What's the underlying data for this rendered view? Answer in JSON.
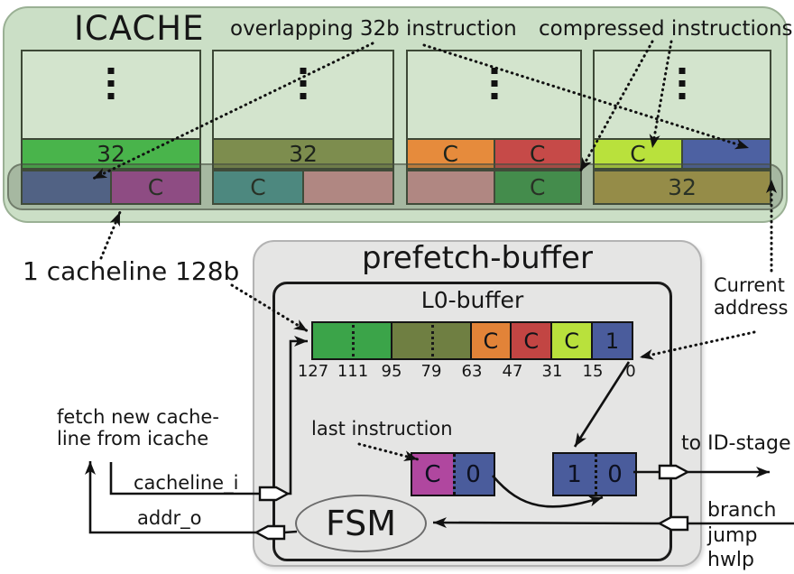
{
  "icache": {
    "title": "ICACHE",
    "annotation_overlapping": "overlapping 32b instruction",
    "annotation_compressed": "compressed instructions",
    "cacheline_note": "1 cacheline 128b",
    "current_address_line1": "Current",
    "current_address_line2": "address",
    "ways": [
      {
        "row1": [
          {
            "label": "32",
            "color": "#49b44b"
          }
        ],
        "row2": [
          {
            "label": "",
            "color": "#55689f"
          },
          {
            "label": "C",
            "color": "#a94a9d"
          }
        ]
      },
      {
        "row1": [
          {
            "label": "32",
            "color": "#7d8d4e"
          }
        ],
        "row2": [
          {
            "label": "C",
            "color": "#4f9d97"
          },
          {
            "label": "",
            "color": "#d89c9c"
          }
        ]
      },
      {
        "row1": [
          {
            "label": "C",
            "color": "#e68b3c"
          },
          {
            "label": "C",
            "color": "#c64a48"
          }
        ],
        "row2": [
          {
            "label": "",
            "color": "#d89c9c"
          },
          {
            "label": "C",
            "color": "#43a351"
          }
        ]
      },
      {
        "row1": [
          {
            "label": "C",
            "color": "#b9e13c"
          },
          {
            "label": "",
            "color": "#4d61a2"
          }
        ],
        "row2": [
          {
            "label": "32",
            "color": "#b3a34c"
          }
        ]
      }
    ]
  },
  "prefetch": {
    "title": "prefetch-buffer",
    "l0_title": "L0-buffer",
    "l0_segments": [
      {
        "label": "",
        "color": "#3ba449"
      },
      {
        "label": "",
        "color": "#6f7f42"
      },
      {
        "label": "C",
        "color": "#e28338"
      },
      {
        "label": "C",
        "color": "#c24543"
      },
      {
        "label": "C",
        "color": "#b9e13c"
      },
      {
        "label": "1",
        "color": "#4a5c9c"
      }
    ],
    "l0_bits": [
      "127",
      "111",
      "95",
      "79",
      "63",
      "47",
      "31",
      "15",
      "0"
    ],
    "last_instruction_label": "last instruction",
    "last_instruction_cells": [
      {
        "label": "C",
        "color": "#b0479f"
      },
      {
        "label": "0",
        "color": "#4a5c9c"
      }
    ],
    "fetch_entry_cells": [
      {
        "label": "1",
        "color": "#4a5c9c"
      },
      {
        "label": "0",
        "color": "#4a5c9c"
      }
    ],
    "fsm_label": "FSM"
  },
  "signals": {
    "fetch_note_line1": "fetch new cache-",
    "fetch_note_line2": "line from icache",
    "cacheline_i": "cacheline_i",
    "addr_o": "addr_o",
    "to_id_stage": "to ID-stage",
    "branch": "branch",
    "jump": "jump",
    "hwlp": "hwlp"
  }
}
